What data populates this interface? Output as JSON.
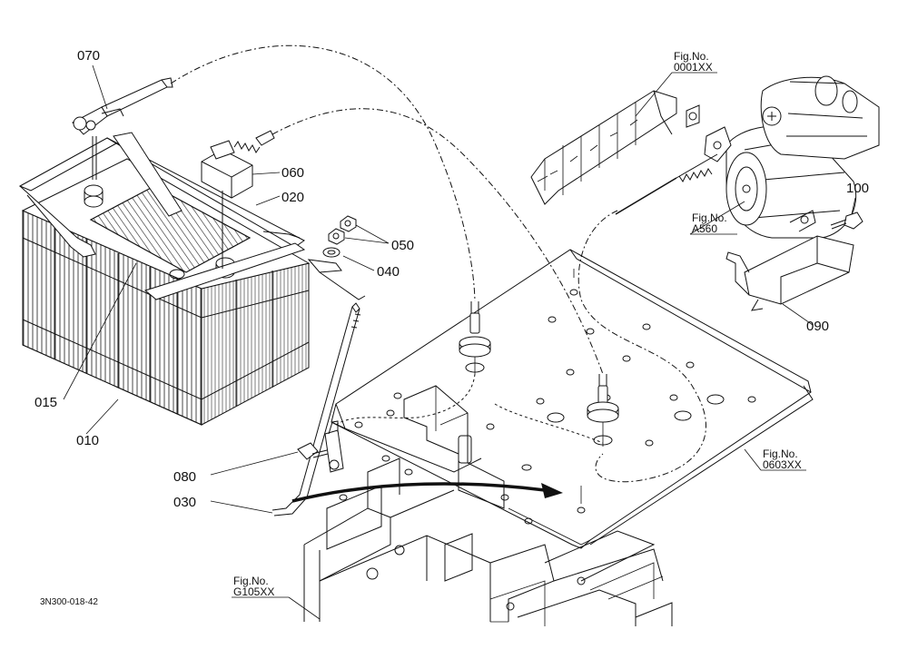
{
  "diagram": {
    "part_labels": {
      "p070": "070",
      "p060": "060",
      "p020": "020",
      "p050": "050",
      "p040": "040",
      "p015": "015",
      "p010": "010",
      "p080": "080",
      "p030": "030",
      "p100": "100",
      "p090": "090"
    },
    "figure_refs": {
      "starter": {
        "title": "Fig.No.",
        "code": "0001XX"
      },
      "motor": {
        "title": "Fig.No.",
        "code": "A560"
      },
      "plate": {
        "title": "Fig.No.",
        "code": "0603XX"
      },
      "frame": {
        "title": "Fig.No.",
        "code": "G105XX"
      }
    },
    "document_code": "3N300-018-42"
  }
}
